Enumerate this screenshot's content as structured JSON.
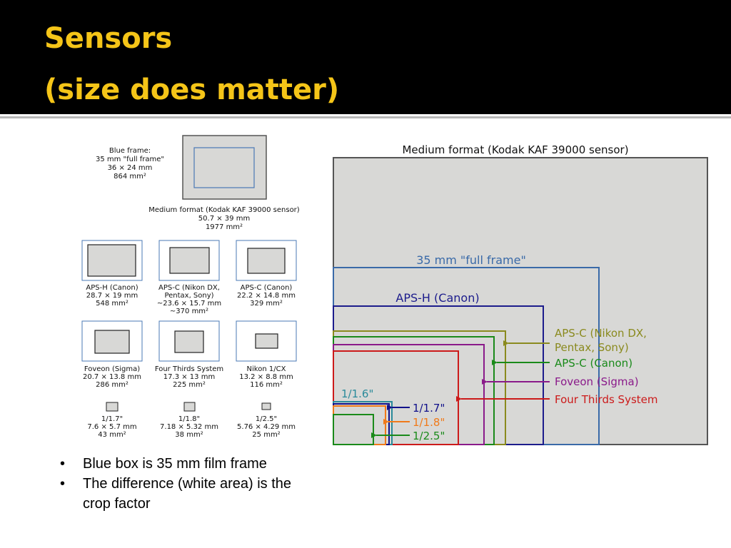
{
  "slide": {
    "title_line1": "Sensors",
    "title_line2": "(size does matter)"
  },
  "left_diagram": {
    "legend_lines": [
      "Blue frame:",
      "35 mm \"full frame\"",
      "36 × 24 mm",
      "864 mm²"
    ],
    "medium_format_lines": [
      "Medium format (Kodak KAF 39000 sensor)",
      "50.7 × 39 mm",
      "1977 mm²"
    ],
    "sensors": [
      {
        "lines": [
          "APS-H (Canon)",
          "28.7 × 19 mm",
          "548 mm²"
        ]
      },
      {
        "lines": [
          "APS-C (Nikon DX,",
          "Pentax, Sony)",
          "~23.6 × 15.7 mm",
          "~370 mm²"
        ]
      },
      {
        "lines": [
          "APS-C (Canon)",
          "22.2 × 14.8 mm",
          "329 mm²"
        ]
      },
      {
        "lines": [
          "Foveon (Sigma)",
          "20.7 × 13.8 mm",
          "286 mm²"
        ]
      },
      {
        "lines": [
          "Four Thirds System",
          "17.3 × 13 mm",
          "225 mm²"
        ]
      },
      {
        "lines": [
          "Nikon 1/CX",
          "13.2 × 8.8 mm",
          "116 mm²"
        ]
      },
      {
        "lines": [
          "1/1.7\"",
          "7.6 × 5.7 mm",
          "43 mm²"
        ]
      },
      {
        "lines": [
          "1/1.8\"",
          "7.18 × 5.32 mm",
          "38 mm²"
        ]
      },
      {
        "lines": [
          "1/2.5\"",
          "5.76 × 4.29 mm",
          "25 mm²"
        ]
      }
    ]
  },
  "right_diagram": {
    "title": "Medium format (Kodak KAF 39000 sensor)",
    "labels": {
      "full_frame": "35 mm \"full frame\"",
      "aps_h": "APS-H (Canon)",
      "aps_c_nikon_line1": "APS-C (Nikon DX,",
      "aps_c_nikon_line2": "Pentax, Sony)",
      "aps_c_canon": "APS-C (Canon)",
      "foveon": "Foveon (Sigma)",
      "four_thirds": "Four Thirds System",
      "s_1_1_6": "1/1.6\"",
      "s_1_1_7": "1/1.7\"",
      "s_1_1_8": "1/1.8\"",
      "s_1_2_5": "1/2.5\""
    },
    "colors": {
      "full_frame": "#3a6aa8",
      "aps_h": "#1c1c8c",
      "aps_c_nikon": "#8a8a1e",
      "aps_c_canon": "#1a8a1a",
      "foveon": "#8a1a8a",
      "four_thirds": "#cc1a1a",
      "s_1_1_6": "#2a8a9a",
      "s_1_1_7": "#10108a",
      "s_1_1_8": "#f07a1a",
      "s_1_2_5": "#1a8a1a"
    }
  },
  "bullets": [
    "Blue box is 35 mm film frame",
    "The difference (white area) is the crop factor"
  ]
}
